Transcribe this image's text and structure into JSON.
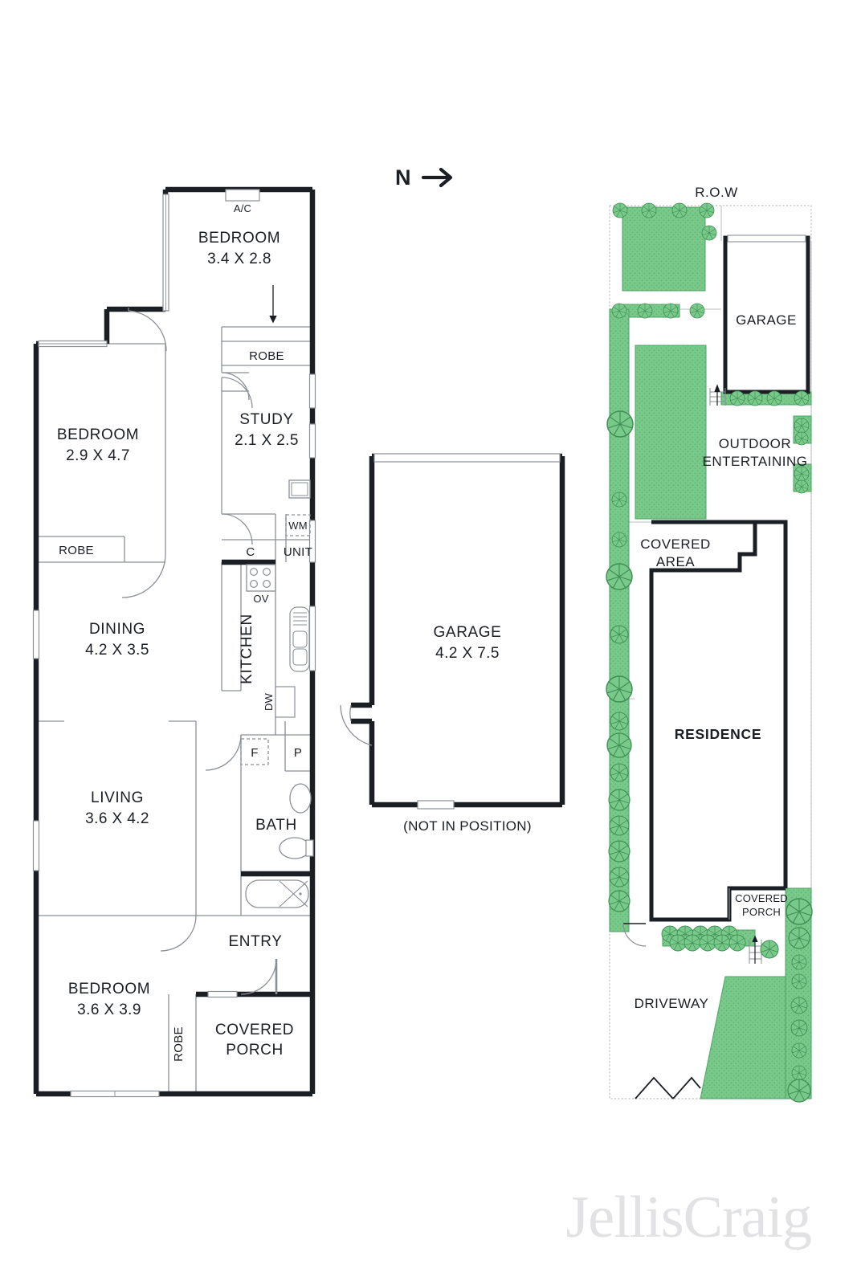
{
  "document": {
    "type": "real-estate-floorplan",
    "north_indicator": "N",
    "brand_logo": "JellisCraig"
  },
  "floorplan": {
    "rooms": [
      {
        "id": "bedroom-north",
        "name": "BEDROOM",
        "dim": "3.4 X 2.8"
      },
      {
        "id": "bedroom-west",
        "name": "BEDROOM",
        "dim": "2.9 X 4.7"
      },
      {
        "id": "study",
        "name": "STUDY",
        "dim": "2.1 X 2.5"
      },
      {
        "id": "dining",
        "name": "DINING",
        "dim": "4.2 X 3.5"
      },
      {
        "id": "living",
        "name": "LIVING",
        "dim": "3.6 X 4.2"
      },
      {
        "id": "bedroom-south",
        "name": "BEDROOM",
        "dim": "3.6 X 3.9"
      },
      {
        "id": "bath",
        "name": "BATH",
        "dim": ""
      },
      {
        "id": "kitchen",
        "name": "KITCHEN",
        "dim": ""
      },
      {
        "id": "entry",
        "name": "ENTRY",
        "dim": ""
      },
      {
        "id": "covered-porch",
        "name": "COVERED",
        "name2": "PORCH",
        "dim": ""
      }
    ],
    "robes": [
      {
        "id": "robe-north",
        "label": "ROBE"
      },
      {
        "id": "robe-west",
        "label": "ROBE"
      },
      {
        "id": "robe-south",
        "label": "ROBE"
      }
    ],
    "fixtures": [
      {
        "id": "air-conditioner",
        "label": "A/C"
      },
      {
        "id": "washing-machine",
        "label": "WM"
      },
      {
        "id": "cupboard",
        "label": "C"
      },
      {
        "id": "hot-water-unit",
        "label": "UNIT"
      },
      {
        "id": "oven",
        "label": "OV"
      },
      {
        "id": "dishwasher",
        "label": "DW"
      },
      {
        "id": "fridge",
        "label": "F"
      },
      {
        "id": "pantry",
        "label": "P"
      }
    ],
    "garage": {
      "name": "GARAGE",
      "dim": "4.2 X 7.5",
      "note": "(NOT IN POSITION)"
    }
  },
  "siteplan": {
    "labels": {
      "row": "R.O.W",
      "garage": "GARAGE",
      "outdoor_entertaining_1": "OUTDOOR",
      "outdoor_entertaining_2": "ENTERTAINING",
      "covered_area_1": "COVERED",
      "covered_area_2": "AREA",
      "residence": "RESIDENCE",
      "covered_porch_1": "COVERED",
      "covered_porch_2": "PORCH",
      "driveway": "DRIVEWAY"
    }
  },
  "colors": {
    "wall": "#1b1f24",
    "interior_line": "#8a8f96",
    "green_fill": "#79c98a",
    "green_stroke": "#4ea463",
    "text": "#1b1f24",
    "logo": "#e2e2e4",
    "boundary": "#b9bcc2"
  }
}
